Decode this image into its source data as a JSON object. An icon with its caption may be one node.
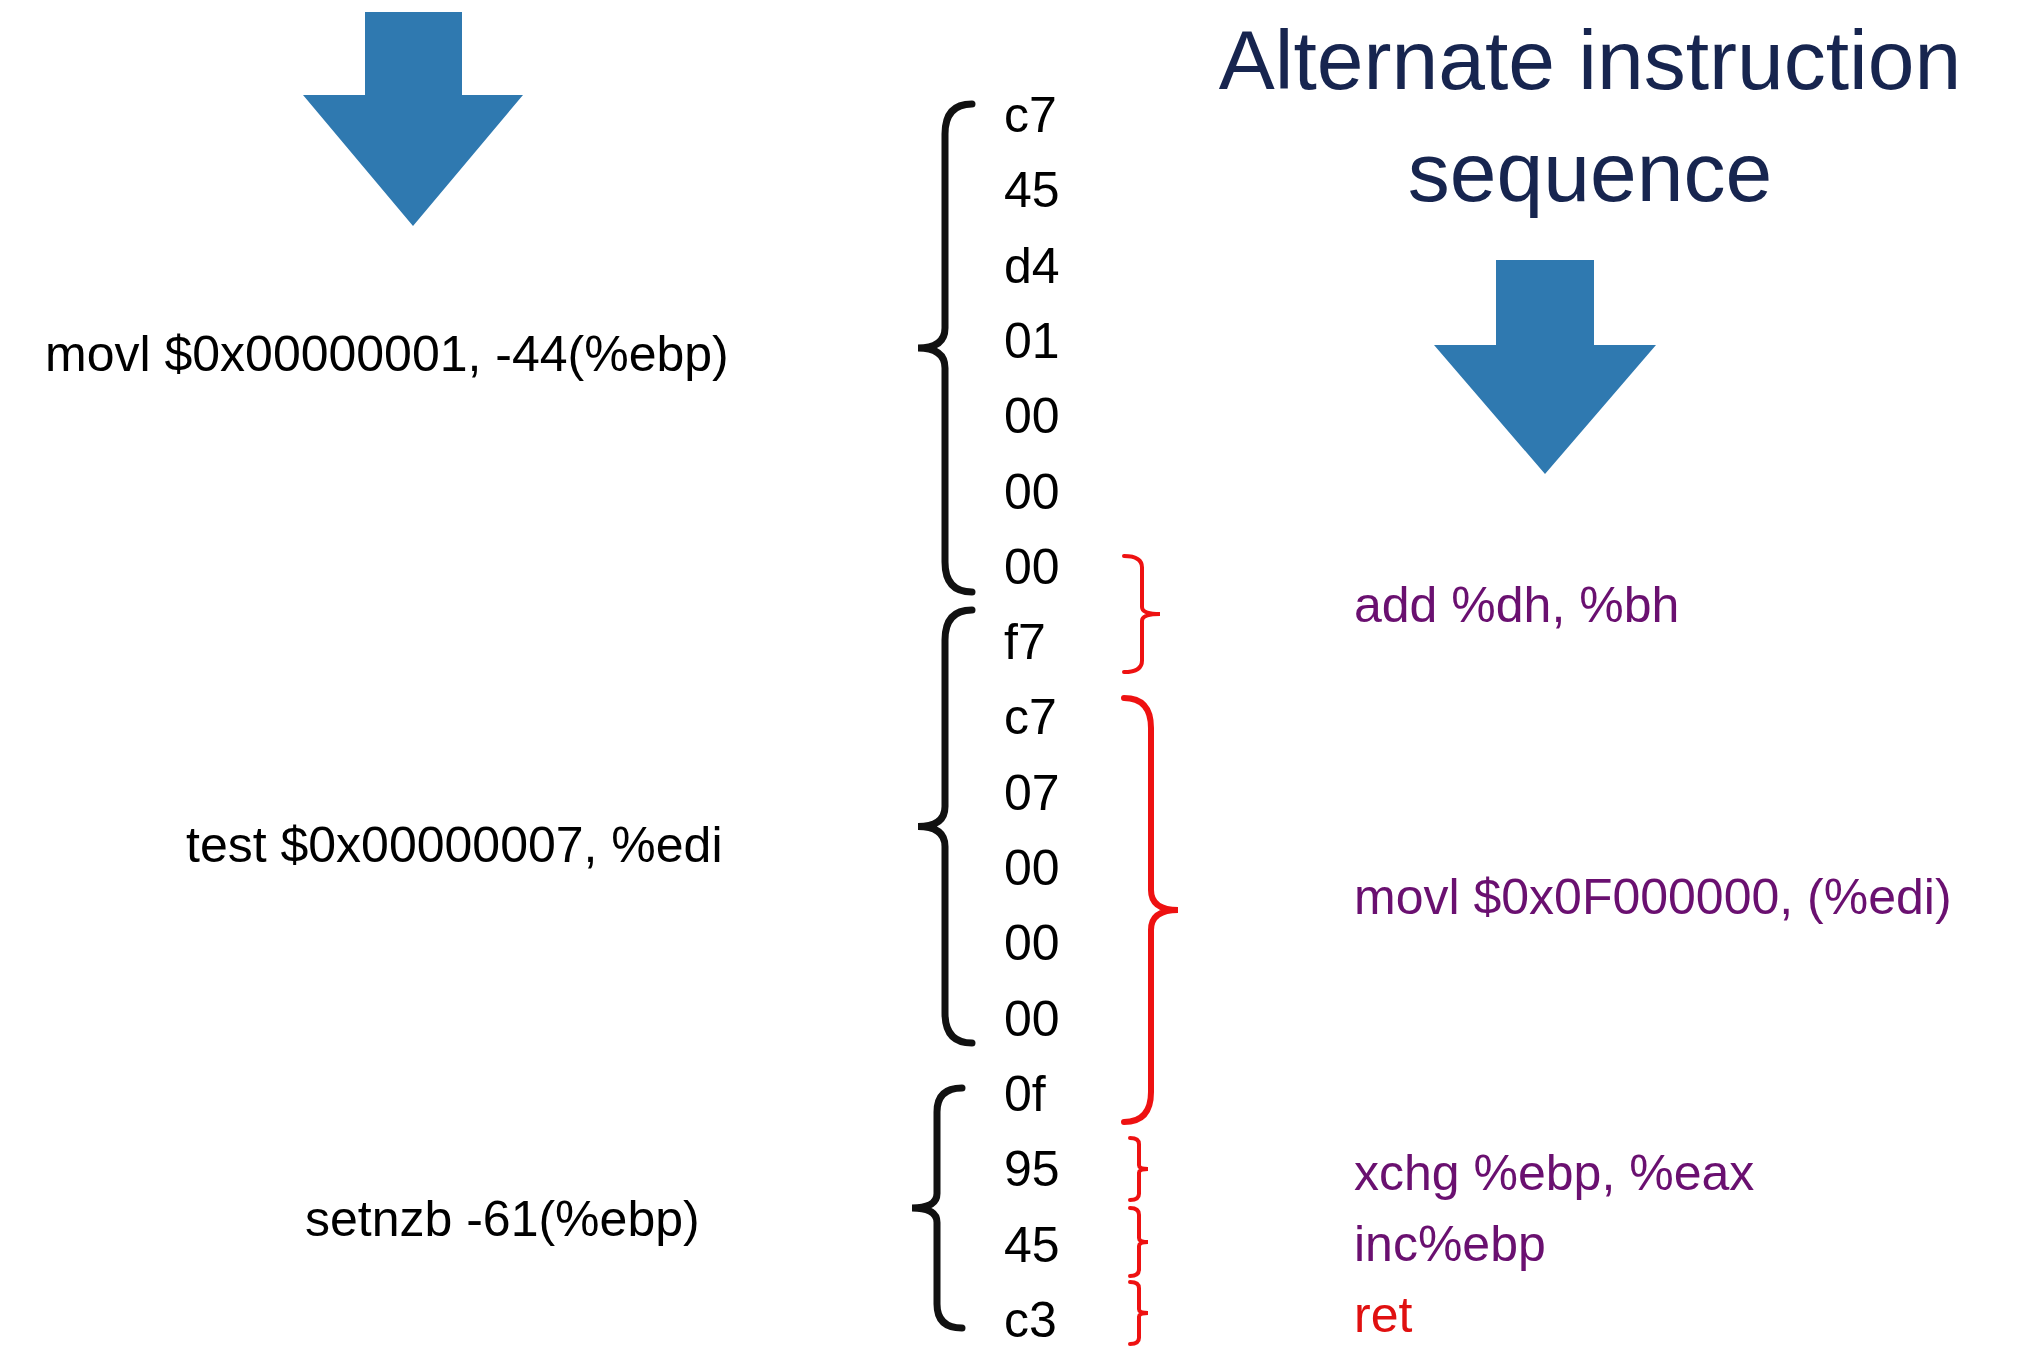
{
  "diagram": {
    "title": "Alternate instruction sequence",
    "labels": [
      "movl $0x00000001, -44(%ebp)",
      "test $0x00000007, %edi",
      "setnzb -61(%ebp)",
      "c7",
      "45",
      "d4",
      "01",
      "00",
      "00",
      "00",
      "f7",
      "c7",
      "07",
      "00",
      "00",
      "00",
      "0f",
      "95",
      "45",
      "c3",
      "add %dh, %bh",
      "movl $0x0F000000, (%edi)",
      "xchg %ebp, %eax",
      "inc%ebp",
      "ret"
    ]
  }
}
